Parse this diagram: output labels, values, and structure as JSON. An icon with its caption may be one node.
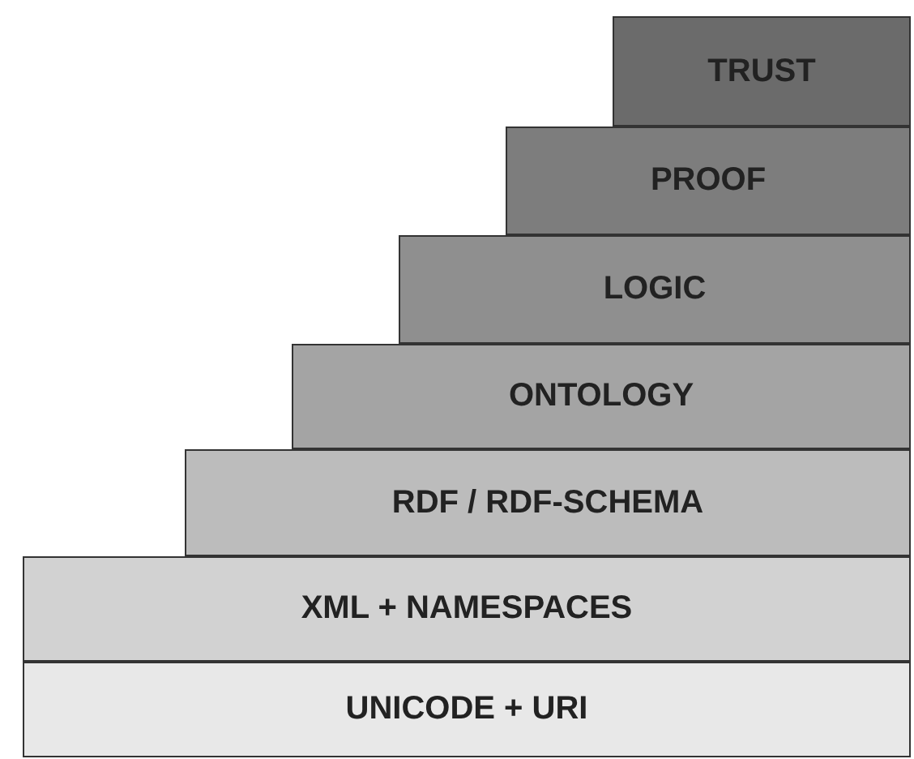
{
  "diagram": {
    "nodes": [
      {
        "text": [
          "TRUST"
        ]
      },
      {
        "text": [
          "PROOF"
        ]
      },
      {
        "text": [
          "LOGIC"
        ]
      },
      {
        "text": [
          "ONTOLOGY"
        ]
      },
      {
        "text": [
          "RDF / RDF-SCHEMA"
        ]
      },
      {
        "text": [
          "XML + NAMESPACES"
        ]
      },
      {
        "text": [
          "UNICODE + URI"
        ]
      }
    ]
  }
}
